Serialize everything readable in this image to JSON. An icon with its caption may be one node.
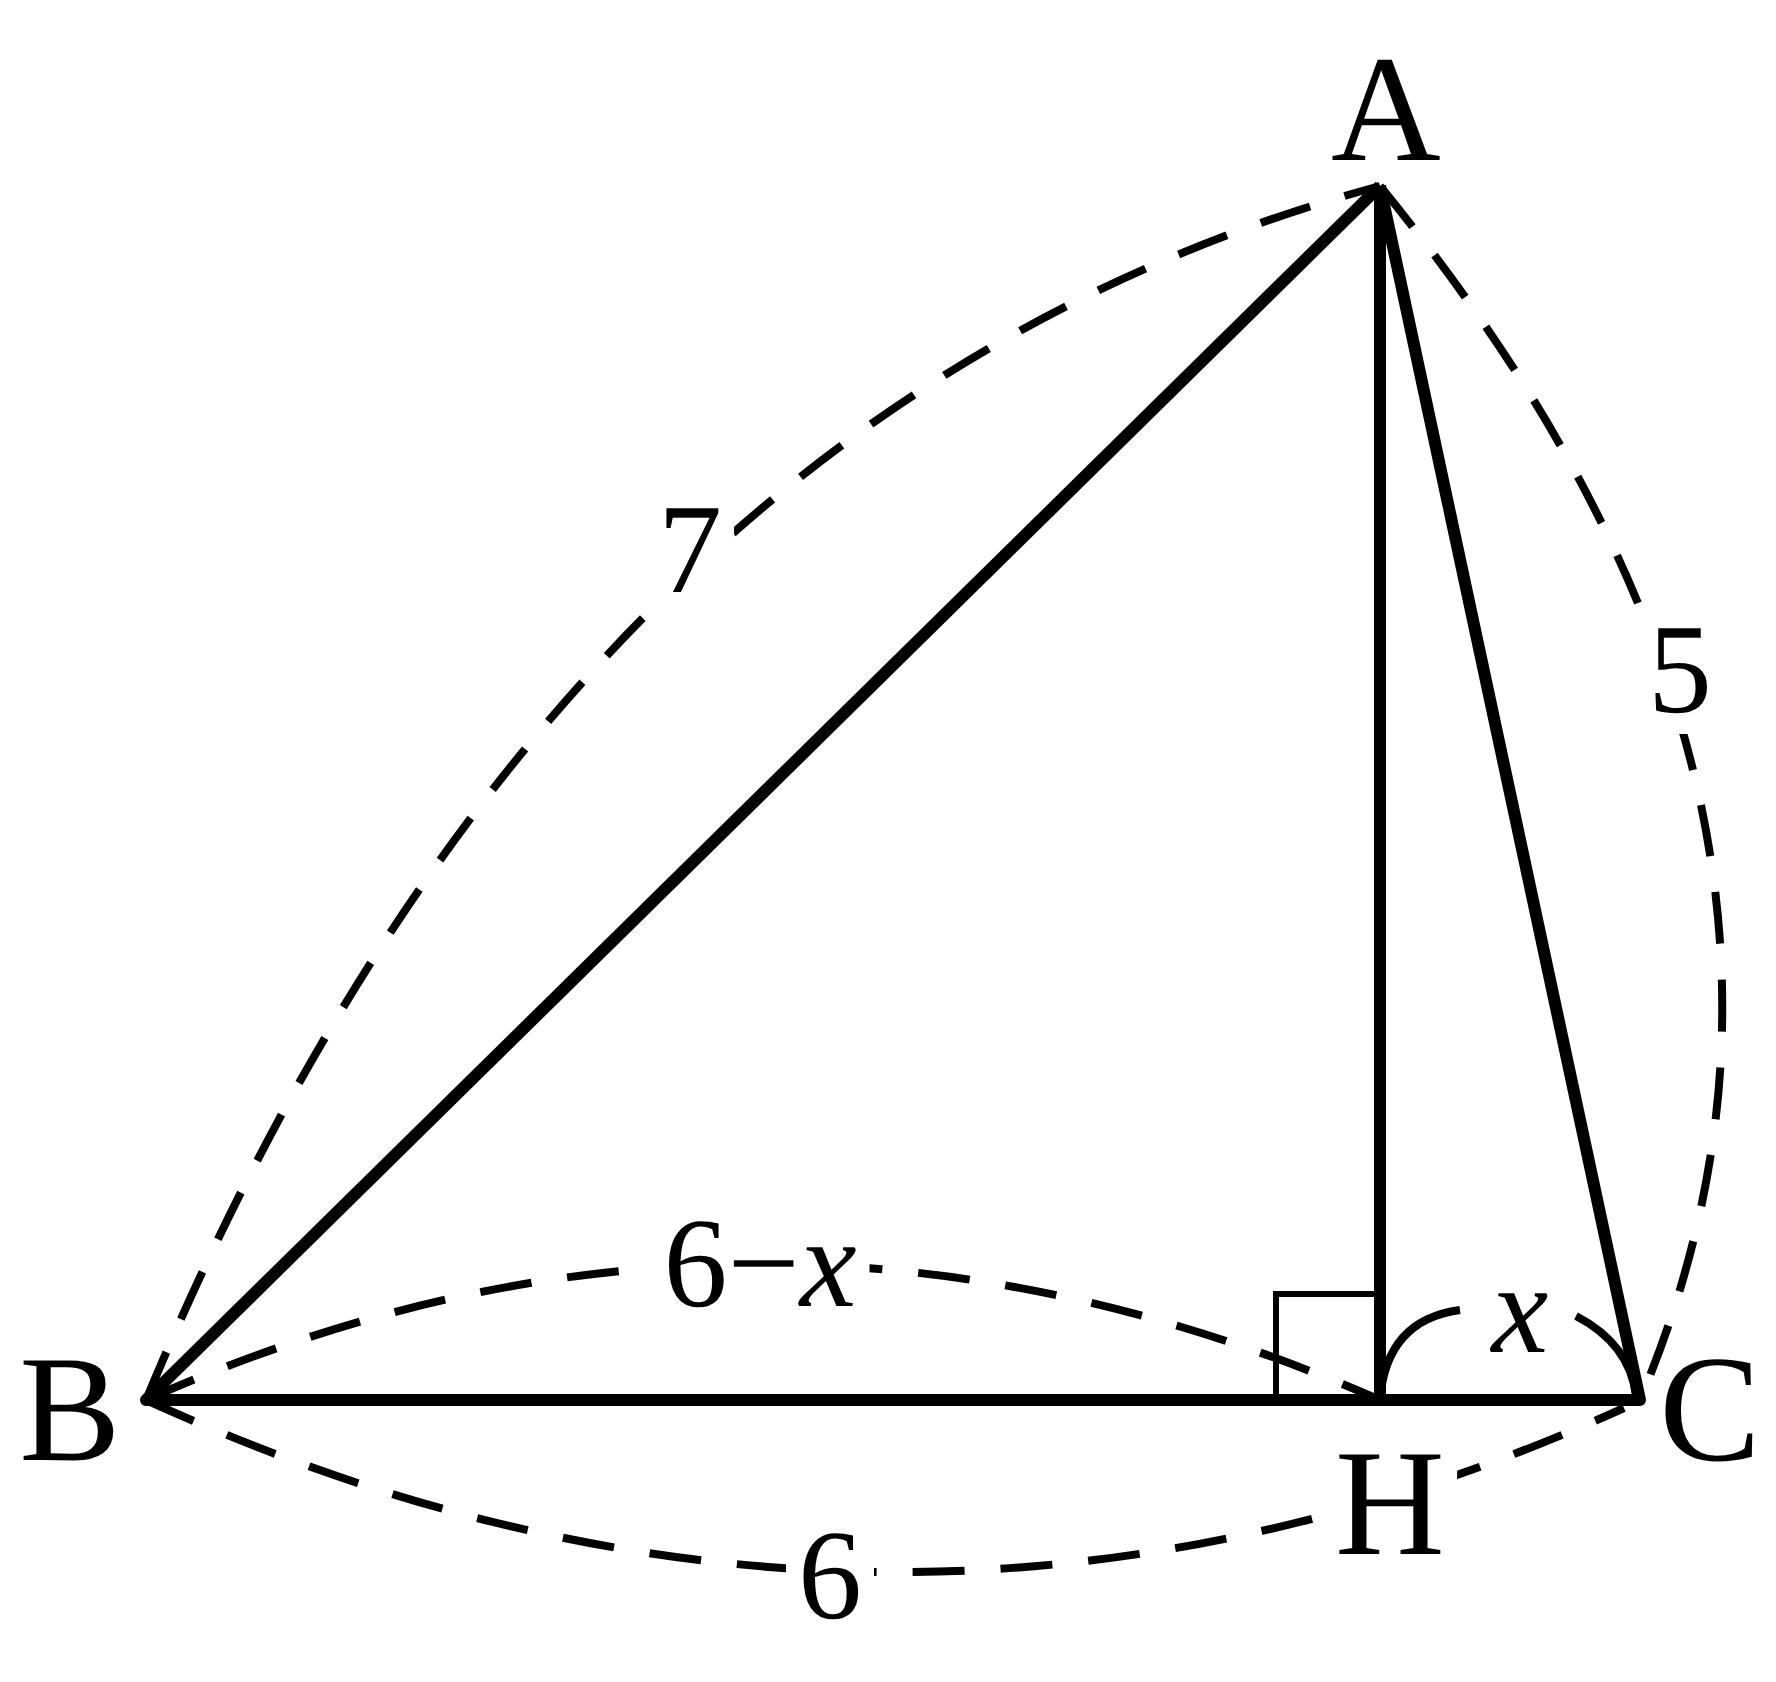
{
  "diagram": {
    "labels": [
      "A",
      "7",
      "5",
      "6−*x*",
      "x",
      "B",
      "C",
      "H",
      "6"
    ]
  }
}
